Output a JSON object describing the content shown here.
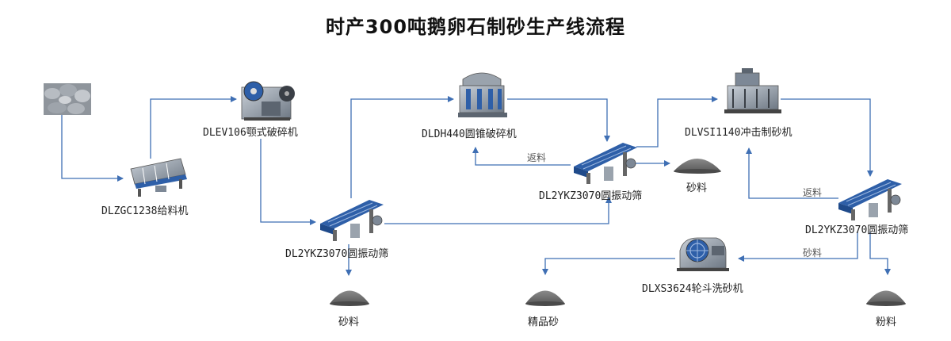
{
  "title": "时产300吨鹅卵石制砂生产线流程",
  "nodes": {
    "raw_material": {
      "icon": "rock-pile-icon"
    },
    "feeder": {
      "label": "DLZGC1238给料机",
      "icon": "vibrating-feeder-icon"
    },
    "jaw_crusher": {
      "label": "DLEV106颚式破碎机",
      "icon": "jaw-crusher-icon"
    },
    "screen_1": {
      "label": "DL2YKZ3070圆振动筛",
      "icon": "vibrating-screen-icon"
    },
    "cone_crusher": {
      "label": "DLDH440圆锥破碎机",
      "icon": "cone-crusher-icon"
    },
    "screen_2": {
      "label": "DL2YKZ3070圆振动筛",
      "icon": "vibrating-screen-icon"
    },
    "sand_maker": {
      "label": "DLVSI1140冲击制砂机",
      "icon": "impact-sand-maker-icon"
    },
    "screen_3": {
      "label": "DL2YKZ3070圆振动筛",
      "icon": "vibrating-screen-icon"
    },
    "sand_washer": {
      "label": "DLXS3624轮斗洗砂机",
      "icon": "bucket-sand-washer-icon"
    },
    "pile_sand_1": {
      "label": "砂料",
      "icon": "material-pile-icon"
    },
    "pile_sand_2": {
      "label": "砂料",
      "icon": "material-pile-icon"
    },
    "pile_fine_sand": {
      "label": "精品砂",
      "icon": "material-pile-icon"
    },
    "pile_powder": {
      "label": "粉料",
      "icon": "material-pile-icon"
    }
  },
  "edge_labels": {
    "return_1": "返料",
    "return_2": "返料",
    "sand_to_washer": "砂料"
  },
  "colors": {
    "line": "#3f6fb4",
    "pile": "#6b6b6b",
    "machine": "#7d8896",
    "accent": "#2e5fa8"
  }
}
